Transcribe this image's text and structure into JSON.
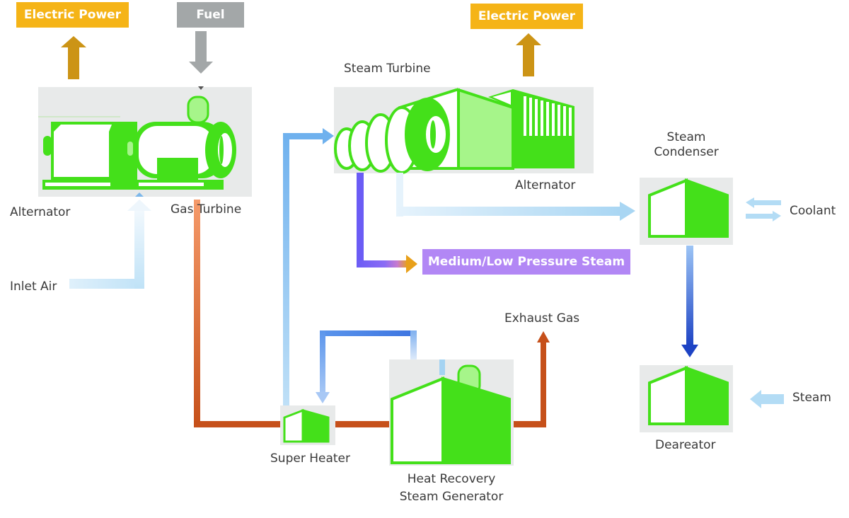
{
  "title": "Combined Cycle Power Plant Flow Diagram",
  "colors": {
    "equipment_green": "#44e01a",
    "equipment_light_green": "#a6f58a",
    "panel_gray": "#e8eaea",
    "electric_power": "#f5b417",
    "electric_arrow": "#cc9416",
    "fuel": "#a3a7a8",
    "exhaust": "#c6501a",
    "hot_gas_top": "#f08a55",
    "steam_blue": "#79b8f0",
    "light_blue": "#b3dcf5",
    "dark_blue": "#1d43c4",
    "mlp_steam": "#b287f5",
    "mlp_arrow_start": "#6b5cf5",
    "mlp_arrow_end": "#e8a01a"
  },
  "tags": {
    "electric_power_left": "Electric Power",
    "fuel": "Fuel",
    "electric_power_right": "Electric Power",
    "medium_low_pressure_steam": "Medium/Low Pressure Steam"
  },
  "labels": {
    "alternator_left": "Alternator",
    "gas_turbine": "Gas Turbine",
    "inlet_air": "Inlet Air",
    "steam_turbine": "Steam Turbine",
    "alternator_right": "Alternator",
    "steam_condenser_line1": "Steam",
    "steam_condenser_line2": "Condenser",
    "coolant": "Coolant",
    "exhaust_gas": "Exhaust Gas",
    "super_heater": "Super Heater",
    "hrsg_line1": "Heat Recovery",
    "hrsg_line2": "Steam Generator",
    "deareator": "Deareator",
    "steam": "Steam"
  },
  "components": [
    {
      "id": "gas-turbine-alternator",
      "name": "Gas Turbine + Alternator"
    },
    {
      "id": "steam-turbine-alternator",
      "name": "Steam Turbine + Alternator"
    },
    {
      "id": "steam-condenser",
      "name": "Steam Condenser"
    },
    {
      "id": "super-heater",
      "name": "Super Heater"
    },
    {
      "id": "hrsg",
      "name": "Heat Recovery Steam Generator"
    },
    {
      "id": "deareator",
      "name": "Deareator"
    }
  ],
  "flows": [
    {
      "from": "Fuel",
      "to": "Gas Turbine"
    },
    {
      "from": "Alternator",
      "to": "Electric Power"
    },
    {
      "from": "Inlet Air",
      "to": "Gas Turbine"
    },
    {
      "from": "Gas Turbine",
      "to": "Super Heater"
    },
    {
      "from": "Super Heater",
      "to": "Heat Recovery Steam Generator"
    },
    {
      "from": "Heat Recovery Steam Generator",
      "to": "Exhaust Gas"
    },
    {
      "from": "Heat Recovery Steam Generator",
      "to": "Super Heater"
    },
    {
      "from": "Super Heater",
      "to": "Steam Turbine"
    },
    {
      "from": "Steam Turbine",
      "to": "Medium/Low Pressure Steam"
    },
    {
      "from": "Steam Turbine",
      "to": "Steam Condenser"
    },
    {
      "from": "Alternator",
      "to": "Electric Power"
    },
    {
      "from": "Coolant",
      "to": "Steam Condenser"
    },
    {
      "from": "Steam Condenser",
      "to": "Deareator"
    },
    {
      "from": "Steam",
      "to": "Deareator"
    }
  ]
}
